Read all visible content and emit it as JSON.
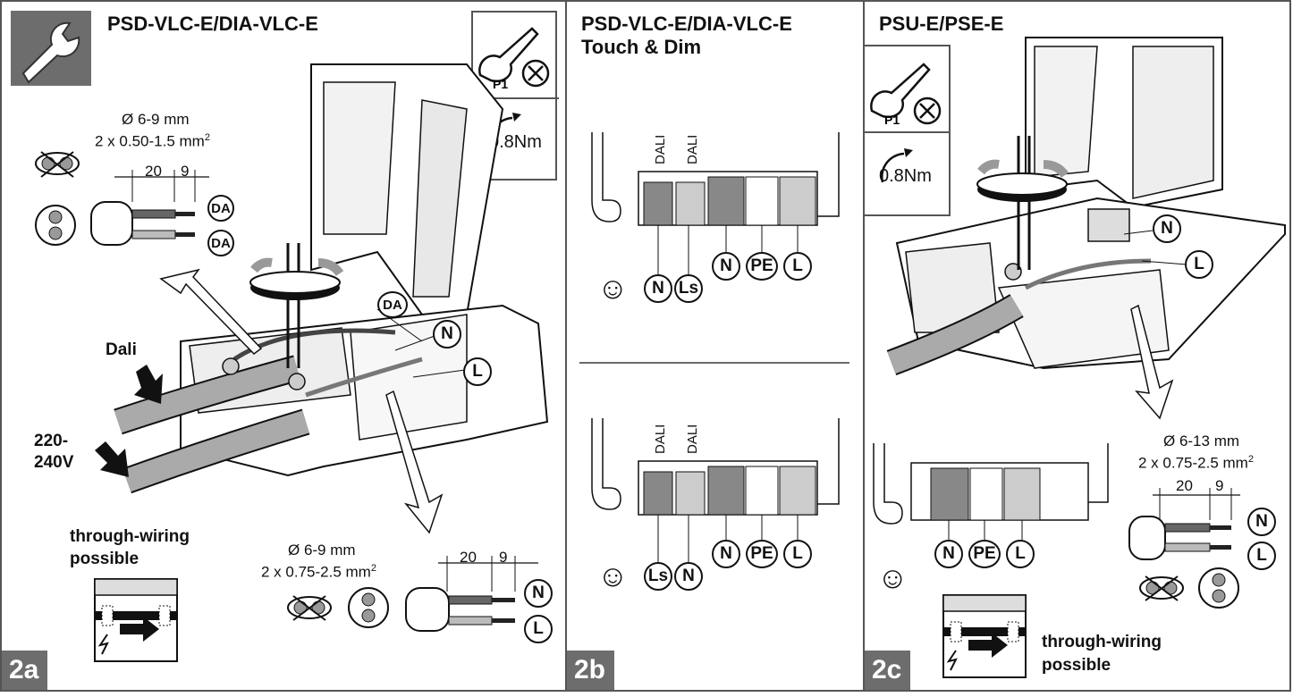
{
  "panels": {
    "a": {
      "title": "PSD-VLC-E/DIA-VLC-E",
      "tag": "2a",
      "spec_top": {
        "diameter": "Ø 6-9 mm",
        "section": "2 x 0.50-1.5 mm",
        "sup": "2",
        "strip": "20",
        "strip2": "9",
        "terminals": [
          "DA",
          "DA"
        ]
      },
      "spec_bottom": {
        "diameter": "Ø 6-9 mm",
        "section": "2 x 0.75-2.5 mm",
        "sup": "2",
        "strip": "20",
        "strip2": "9",
        "terminals": [
          "N",
          "L"
        ]
      },
      "torque": "0.8Nm",
      "bit": "P1",
      "callouts": {
        "da": "DA",
        "n": "N",
        "l": "L"
      },
      "labels": {
        "dali": "Dali",
        "mains": "220-\n240V"
      },
      "through": "through-wiring\npossible"
    },
    "b": {
      "title": "PSD-VLC-E/DIA-VLC-E\nTouch & Dim",
      "tag": "2b",
      "top": {
        "dali1": "DALI",
        "dali2": "DALI",
        "left_terms": [
          "N",
          "Ls"
        ],
        "right_terms": [
          "N",
          "PE",
          "L"
        ]
      },
      "bottom": {
        "dali1": "DALI",
        "dali2": "DALI",
        "left_terms": [
          "Ls",
          "N"
        ],
        "right_terms": [
          "N",
          "PE",
          "L"
        ]
      }
    },
    "c": {
      "title": "PSU-E/PSE-E",
      "tag": "2c",
      "bit": "P1",
      "torque": "0.8Nm",
      "callouts": {
        "n": "N",
        "l": "L"
      },
      "spec": {
        "diameter": "Ø 6-13 mm",
        "section": "2 x 0.75-2.5 mm",
        "sup": "2",
        "strip": "20",
        "strip2": "9",
        "terminals": [
          "N",
          "L"
        ]
      },
      "terminals": [
        "N",
        "PE",
        "L"
      ],
      "through": "through-wiring\npossible"
    }
  }
}
